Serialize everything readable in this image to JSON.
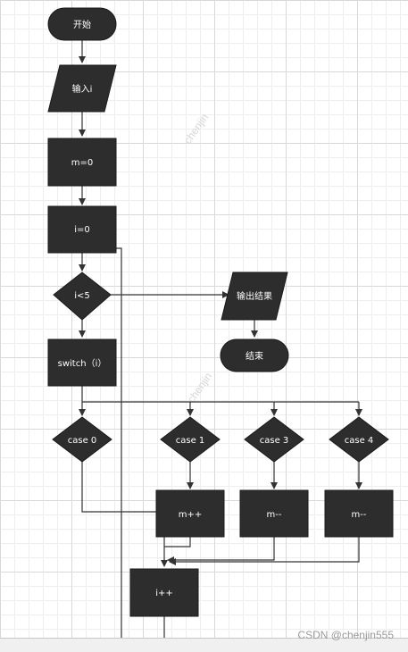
{
  "nodes": {
    "start": "开始",
    "input_i": "输入i",
    "m_init": "m=0",
    "i_init": "i=0",
    "loop_cond": "i<5",
    "output": "输出结果",
    "end": "结束",
    "switch": "switch（i）",
    "case0": "case 0",
    "case1": "case 1",
    "case3": "case 3",
    "case4": "case 4",
    "m_inc": "m++",
    "m_dec_3": "m--",
    "m_dec_4": "m--",
    "i_inc": "i++"
  },
  "watermark": "chenjin",
  "credit": "CSDN @chenjin555"
}
